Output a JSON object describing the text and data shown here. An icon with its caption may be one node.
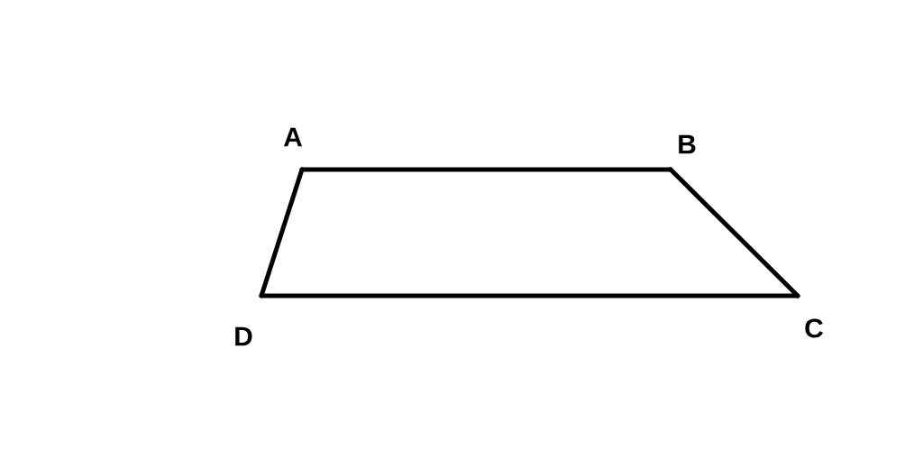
{
  "diagram": {
    "nodes": [
      {
        "text": [
          "A"
        ]
      },
      {
        "text": [
          "B"
        ]
      },
      {
        "text": [
          "C"
        ]
      },
      {
        "text": [
          "D"
        ]
      }
    ],
    "edges": [
      {
        "from": 0,
        "to": 1,
        "arrow": "none"
      },
      {
        "from": 1,
        "to": 2,
        "arrow": "none"
      },
      {
        "from": 2,
        "to": 3,
        "arrow": "none"
      },
      {
        "from": 3,
        "to": 0,
        "arrow": "none"
      }
    ]
  }
}
